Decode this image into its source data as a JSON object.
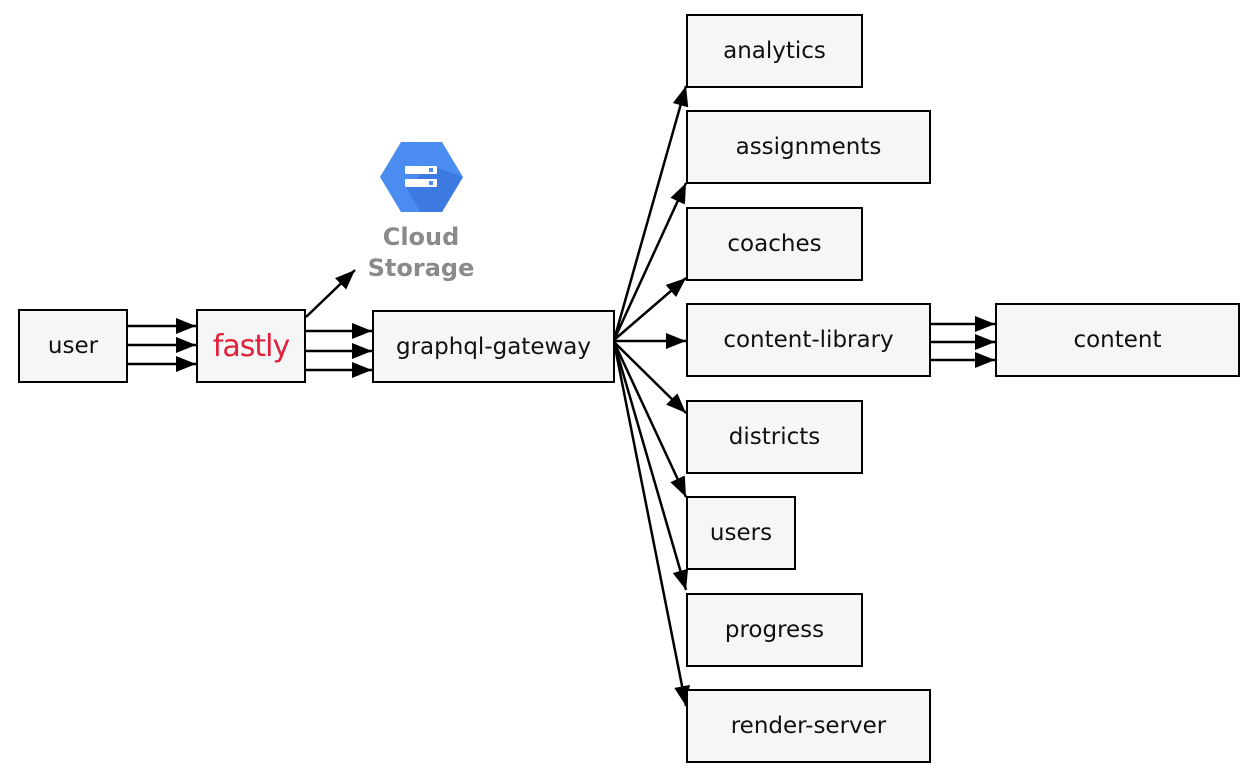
{
  "nodes": {
    "user": "user",
    "fastly": "fastly",
    "gateway": "graphql-gateway",
    "analytics": "analytics",
    "assignments": "assignments",
    "coaches": "coaches",
    "content_library": "content-library",
    "content": "content",
    "districts": "districts",
    "users": "users",
    "progress": "progress",
    "render_server": "render-server"
  },
  "cloud_storage": {
    "line1": "Cloud",
    "line2": "Storage",
    "icon": "cloud-storage-icon",
    "icon_color": "#4a8cf0"
  },
  "colors": {
    "fastly_brand": "#e0223a",
    "box_fill": "#f5f6f8",
    "box_border": "#000000",
    "cloud_text": "#8a8a8a"
  }
}
